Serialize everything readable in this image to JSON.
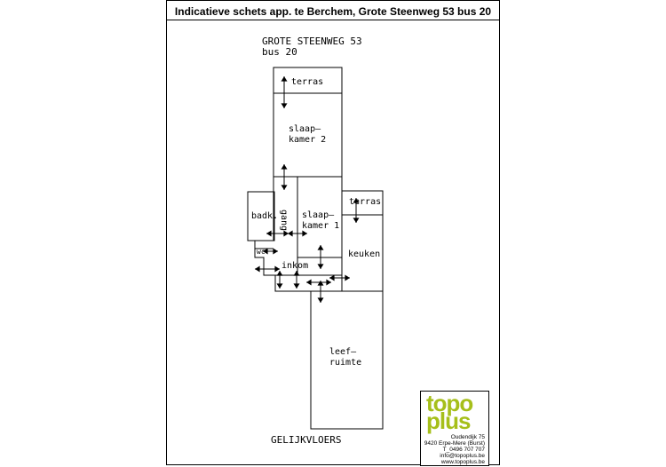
{
  "title": "Indicatieve schets app. te Berchem, Grote Steenweg 53 bus 20",
  "address_line1": "GROTE STEENWEG 53",
  "address_line2": "bus 20",
  "floor_label": "GELIJKVLOERS",
  "rooms": {
    "terras_top": "terras",
    "slaapkamer2_line1": "slaap–",
    "slaapkamer2_line2": "kamer 2",
    "badk": "badk.",
    "gang": "gang",
    "slaapkamer1_line1": "slaap–",
    "slaapkamer1_line2": "kamer 1",
    "terras_right": "terras",
    "wc": "wc",
    "inkom": "inkom",
    "keuken": "keuken",
    "leefruimte_line1": "leef–",
    "leefruimte_line2": "ruimte"
  },
  "logo": {
    "word1": "topo",
    "word2": "plus",
    "address": "Oudendijk 75",
    "city": "9420 Erpe-Mere (Burst)",
    "phone": "T_0496 707 707",
    "email": "info@topoplus.be",
    "website": "www.topoplus.be",
    "brand_color": "#a6bf1a"
  }
}
